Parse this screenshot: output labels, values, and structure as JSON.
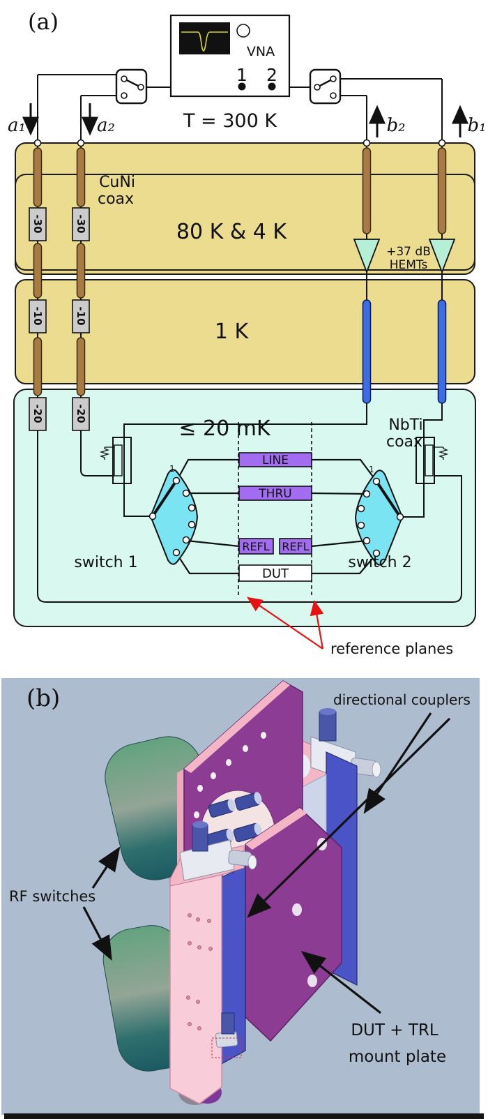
{
  "colors": {
    "stage_yellow": "#ecdc8f",
    "stage_cyan": "#d9f8ef",
    "switch_cyan": "#7ae4f2",
    "cal_purple": "#a26df0",
    "coax_brown": "#a87b42",
    "nbti_blue": "#3c6ce8",
    "amp_green": "#b5f0d6",
    "attenuator_gray": "#cccccc",
    "annotation_red": "#e81010",
    "panelb_bg": "#aebccf",
    "plate_purple": "#8d3c94",
    "plate_pink": "#f3b7c6",
    "plate_lightpink": "#f8cdd9",
    "coupler_blue": "#4a54c6",
    "cylinder_teal": "#4f9678"
  },
  "panel_a": {
    "label": "(a)",
    "vna": {
      "label": "VNA",
      "port1": "1",
      "port2": "2"
    },
    "temperature_room": "T = 300 K",
    "signals": {
      "a1": "a₁",
      "a2": "a₂",
      "b2": "b₂",
      "b1": "b₁"
    },
    "stages": {
      "stage_80k_4k": "80 K & 4 K",
      "stage_1k": "1 K",
      "stage_mk": "≤ 20 mK"
    },
    "coax": {
      "cuni_line1": "CuNi",
      "cuni_line2": "coax",
      "nbti_line1": "NbTi",
      "nbti_line2": "coax"
    },
    "attenuators": {
      "row1": "-30",
      "row2": "-10",
      "row3": "-20"
    },
    "amplifier": {
      "line1": "+37 dB",
      "line2": "HEMTs"
    },
    "cal_standards": {
      "line": "LINE",
      "thru": "THRU",
      "refl_left": "REFL",
      "refl_right": "REFL",
      "dut": "DUT"
    },
    "switches": {
      "switch1": "switch 1",
      "switch2": "switch 2",
      "port1_label": "1"
    },
    "reference_planes": "reference planes"
  },
  "panel_b": {
    "label": "(b)",
    "annotations": {
      "directional_couplers": "directional couplers",
      "rf_switches": "RF switches",
      "dut_trl_line1": "DUT + TRL",
      "dut_trl_line2": "mount plate"
    }
  }
}
